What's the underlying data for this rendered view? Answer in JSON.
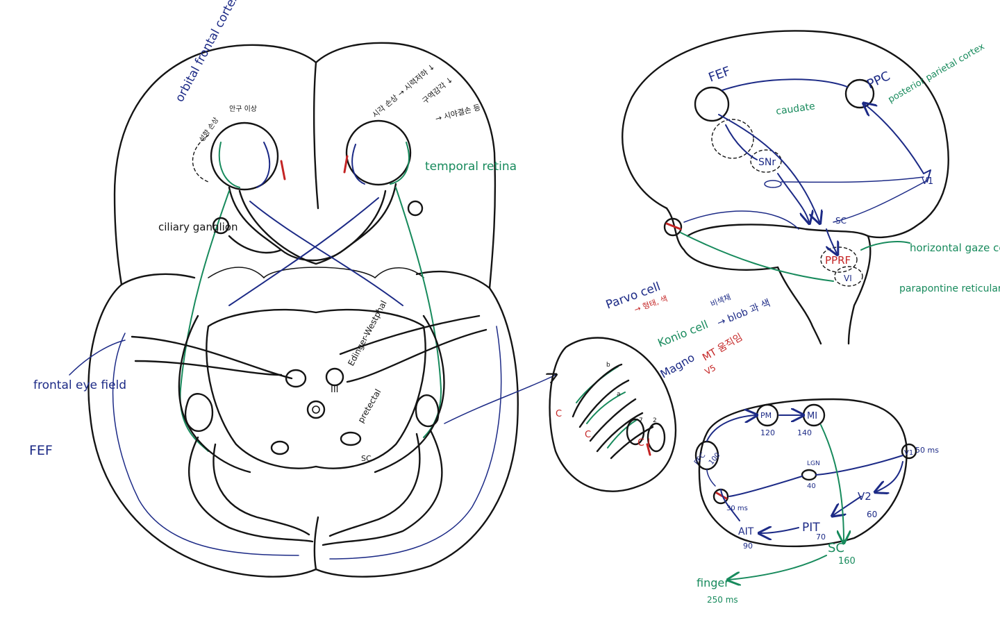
{
  "brain_axial": {
    "labels": {
      "orbital_frontal_cortex": "orbital frontal cortex",
      "ofc_note_left": "성향 손상",
      "ofc_note_right": "안구 이상",
      "top_note_1": "시각 손상 → 시력저하 ↓",
      "top_note_2": "구역감각 ↓",
      "top_note_3": "→ 시야결손 등",
      "temporal_retina": "temporal retina",
      "ciliary_ganglion": "ciliary ganglion",
      "edinger_westphal": "Edinger-Westphal",
      "nucleus_three": "III",
      "pretectal": "pretectal",
      "sc": "SC",
      "frontal_eye_field": "frontal eye field",
      "fef": "FEF"
    }
  },
  "lgn_inset": {
    "labels": {
      "parvo_cell": "Parvo cell",
      "parvo_note": "→ 형태, 색",
      "konio_cell": "Konio cell",
      "konio_note_ko": "비색채",
      "konio_note": "→ blob 과 색",
      "magno": "Magno",
      "magno_note": "MT 움직임",
      "magno_note_v5": "V5",
      "layer_c": "C",
      "layer_c_lower": "C",
      "layer_i": "I",
      "layer_ci": "C I",
      "layer_marks": [
        "b",
        "a",
        "7",
        "2"
      ]
    }
  },
  "brain_lateral": {
    "labels": {
      "fef": "FEF",
      "ppc": "PPC",
      "posterior_parietal_cortex": "posterior parietal cortex",
      "caudate": "caudate",
      "snr": "SNr",
      "v1": "V1",
      "sc": "SC",
      "pprf": "PPRF",
      "vi": "VI",
      "horizontal_gaze_center": "horizontal gaze center",
      "paramedian_pontine": "parapontine reticular formation"
    }
  },
  "timing_diagram": {
    "labels": {
      "pfc": "PFC",
      "pfc_ms": "100",
      "pm": "PM",
      "pm_ms": "120",
      "m1": "MI",
      "m1_ms": "140",
      "v1": "V1",
      "v1_ms": "50 ms",
      "lgn": "LGN",
      "lgn_ms": "40",
      "retina_ms": "30 ms",
      "v2": "V2",
      "v2_ms": "60",
      "pit": "PIT",
      "pit_ms": "70",
      "ait": "AIT",
      "ait_ms": "90",
      "sc": "SC",
      "sc_ms": "160",
      "finger": "finger",
      "finger_ms": "250 ms"
    }
  },
  "colors": {
    "ink": "#141414",
    "blue": "#1c2a86",
    "green": "#178a5c",
    "red": "#c42424"
  }
}
